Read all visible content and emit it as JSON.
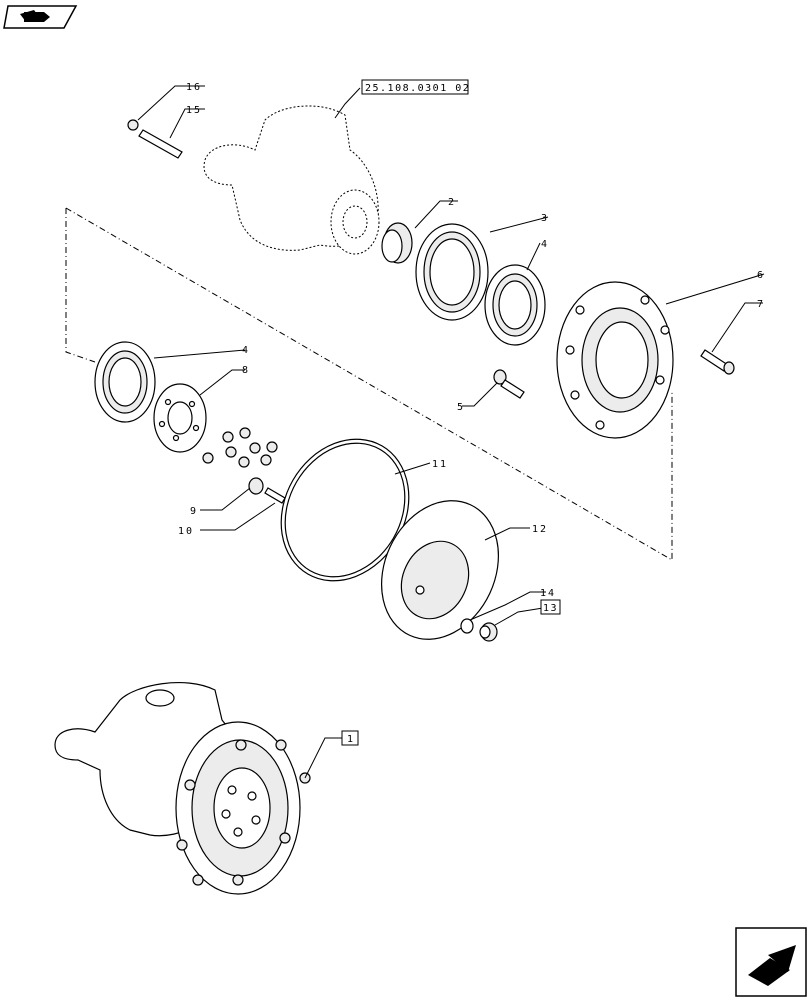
{
  "icons": {
    "top_left": "book-arrow-icon",
    "bottom_right": "next-page-arrow-icon"
  },
  "reference": "25.108.0301 02",
  "labels": {
    "p1": "1",
    "p2": "2",
    "p3": "3",
    "p4a": "4",
    "p4b": "4",
    "p5": "5",
    "p6": "6",
    "p7": "7",
    "p8": "8",
    "p9": "9",
    "p10": "10",
    "p11": "11",
    "p12": "12",
    "p13": "13",
    "p14": "14",
    "p15": "15",
    "p16": "16"
  }
}
